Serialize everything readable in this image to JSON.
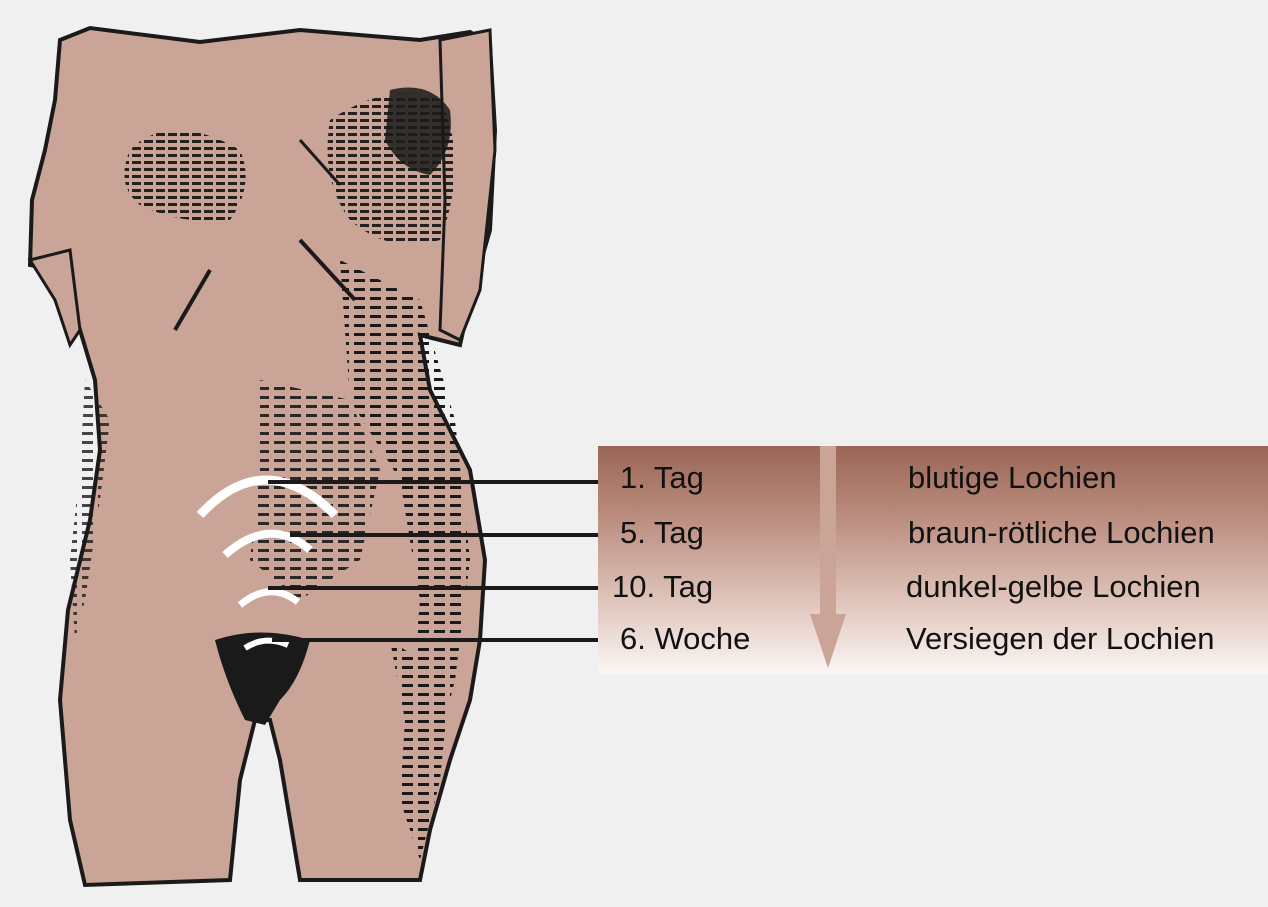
{
  "stages": [
    {
      "day": "1. Tag",
      "description": "blutige Lochien"
    },
    {
      "day": "5. Tag",
      "description": "braun-rötliche Lochien"
    },
    {
      "day": "10. Tag",
      "description": "dunkel-gelbe Lochien"
    },
    {
      "day": "6. Woche",
      "description": "Versiegen der Lochien"
    }
  ],
  "colors": {
    "skin": "#c9a497",
    "shading": "#1a1a1a",
    "legend_top": "#9a6656",
    "legend_bottom": "#fbf6f4",
    "arrow": "#c9a497",
    "background": "#f0f0f0"
  }
}
